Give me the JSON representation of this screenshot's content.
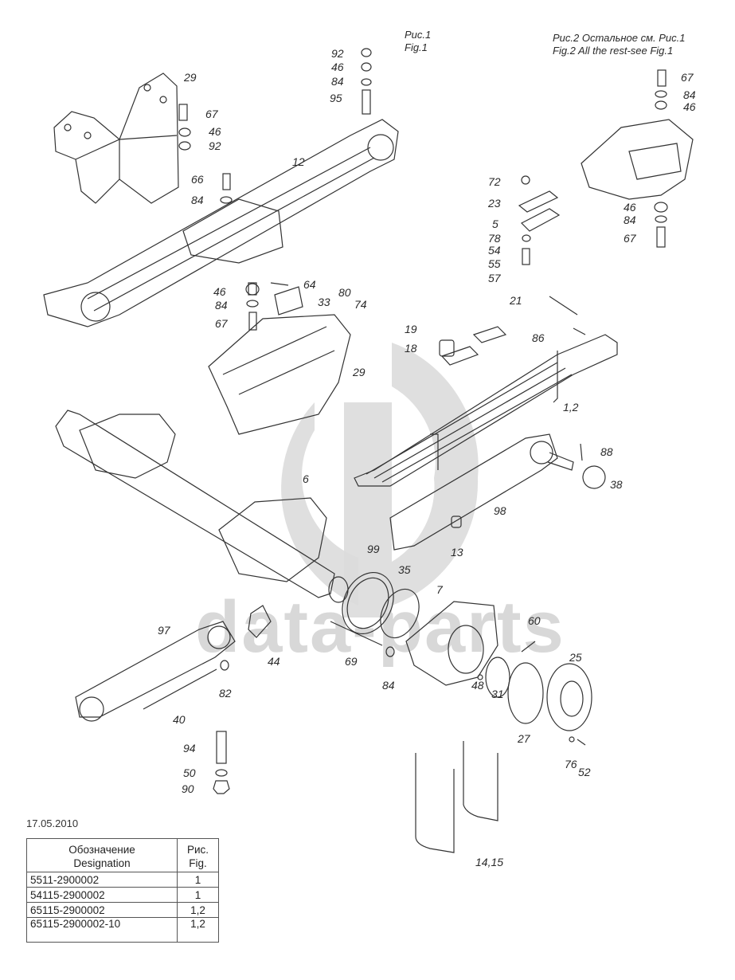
{
  "captions": {
    "fig1_line1": "Рис.1",
    "fig1_line2": "Fig.1",
    "fig2_line1": "Рис.2  Остальное см. Рис.1",
    "fig2_line2": "Fig.2   All the rest-see Fig.1"
  },
  "watermark": {
    "text": "data-parts",
    "color": "#d8d8d8"
  },
  "callouts": {
    "c29a": "29",
    "c67a": "67",
    "c46a": "46",
    "c92a": "92",
    "c66": "66",
    "c84a": "84",
    "c92b": "92",
    "c46b": "46",
    "c84b": "84",
    "c95": "95",
    "c12": "12",
    "c72": "72",
    "c23": "23",
    "c5": "5",
    "c78": "78",
    "c54": "54",
    "c55": "55",
    "c57": "57",
    "c67b": "67",
    "c84c": "84",
    "c46c": "46",
    "c46d": "46",
    "c84d": "84",
    "c67c": "67",
    "c46e": "46",
    "c84e": "84",
    "c67d": "67",
    "c64": "64",
    "c33": "33",
    "c80": "80",
    "c74": "74",
    "c29b": "29",
    "c21": "21",
    "c19": "19",
    "c18": "18",
    "c86": "86",
    "c12b": "1,2",
    "c6": "6",
    "c88": "88",
    "c38": "38",
    "c98": "98",
    "c13": "13",
    "c99": "99",
    "c35": "35",
    "c7": "7",
    "c60": "60",
    "c25": "25",
    "c97": "97",
    "c44": "44",
    "c69": "69",
    "c84f": "84",
    "c82": "82",
    "c40": "40",
    "c48": "48",
    "c31": "31",
    "c27": "27",
    "c76": "76",
    "c52": "52",
    "c94": "94",
    "c50": "50",
    "c90": "90",
    "c1415": "14,15"
  },
  "date": "17.05.2010",
  "designation_table": {
    "header_designation_ru": "Обозначение",
    "header_designation_en": "Designation",
    "header_fig_ru": "Рис.",
    "header_fig_en": "Fig.",
    "rows": [
      {
        "code": "5511-2900002",
        "fig": "1"
      },
      {
        "code": "54115-2900002",
        "fig": "1"
      },
      {
        "code": "65115-2900002",
        "fig": "1,2"
      },
      {
        "code": "65115-2900002-10",
        "fig": "1,2"
      }
    ]
  }
}
